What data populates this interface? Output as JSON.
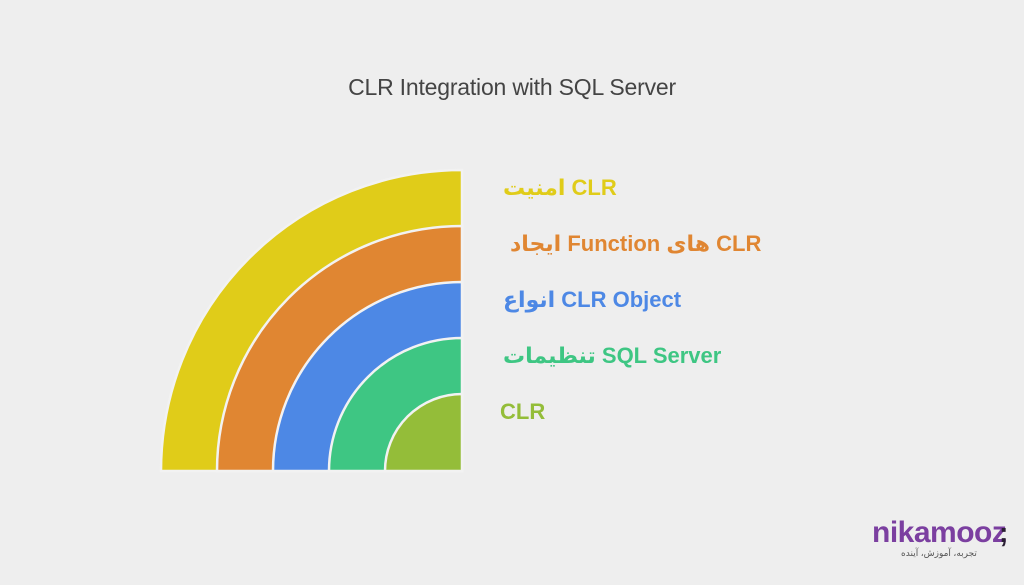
{
  "title": "CLR Integration with SQL Server",
  "layers": [
    {
      "label": "امنیت CLR",
      "color": "#e0cc19",
      "text_color": "#e0cc19",
      "radius": 301
    },
    {
      "label": "ایجاد Function های CLR",
      "color": "#e08632",
      "text_color": "#e08632",
      "radius": 245
    },
    {
      "label": "انواع CLR Object",
      "color": "#4d88e5",
      "text_color": "#4d88e5",
      "radius": 189
    },
    {
      "label": "تنظیمات SQL Server",
      "color": "#3ec683",
      "text_color": "#3ec683",
      "radius": 133
    },
    {
      "label": "CLR",
      "color": "#94bd39",
      "text_color": "#94bd39",
      "radius": 77
    }
  ],
  "logo": {
    "word": "nikamooz",
    "semicolon": ";",
    "tagline": "تجربه، آموزش، آینده",
    "color": "#7b3fa0"
  }
}
